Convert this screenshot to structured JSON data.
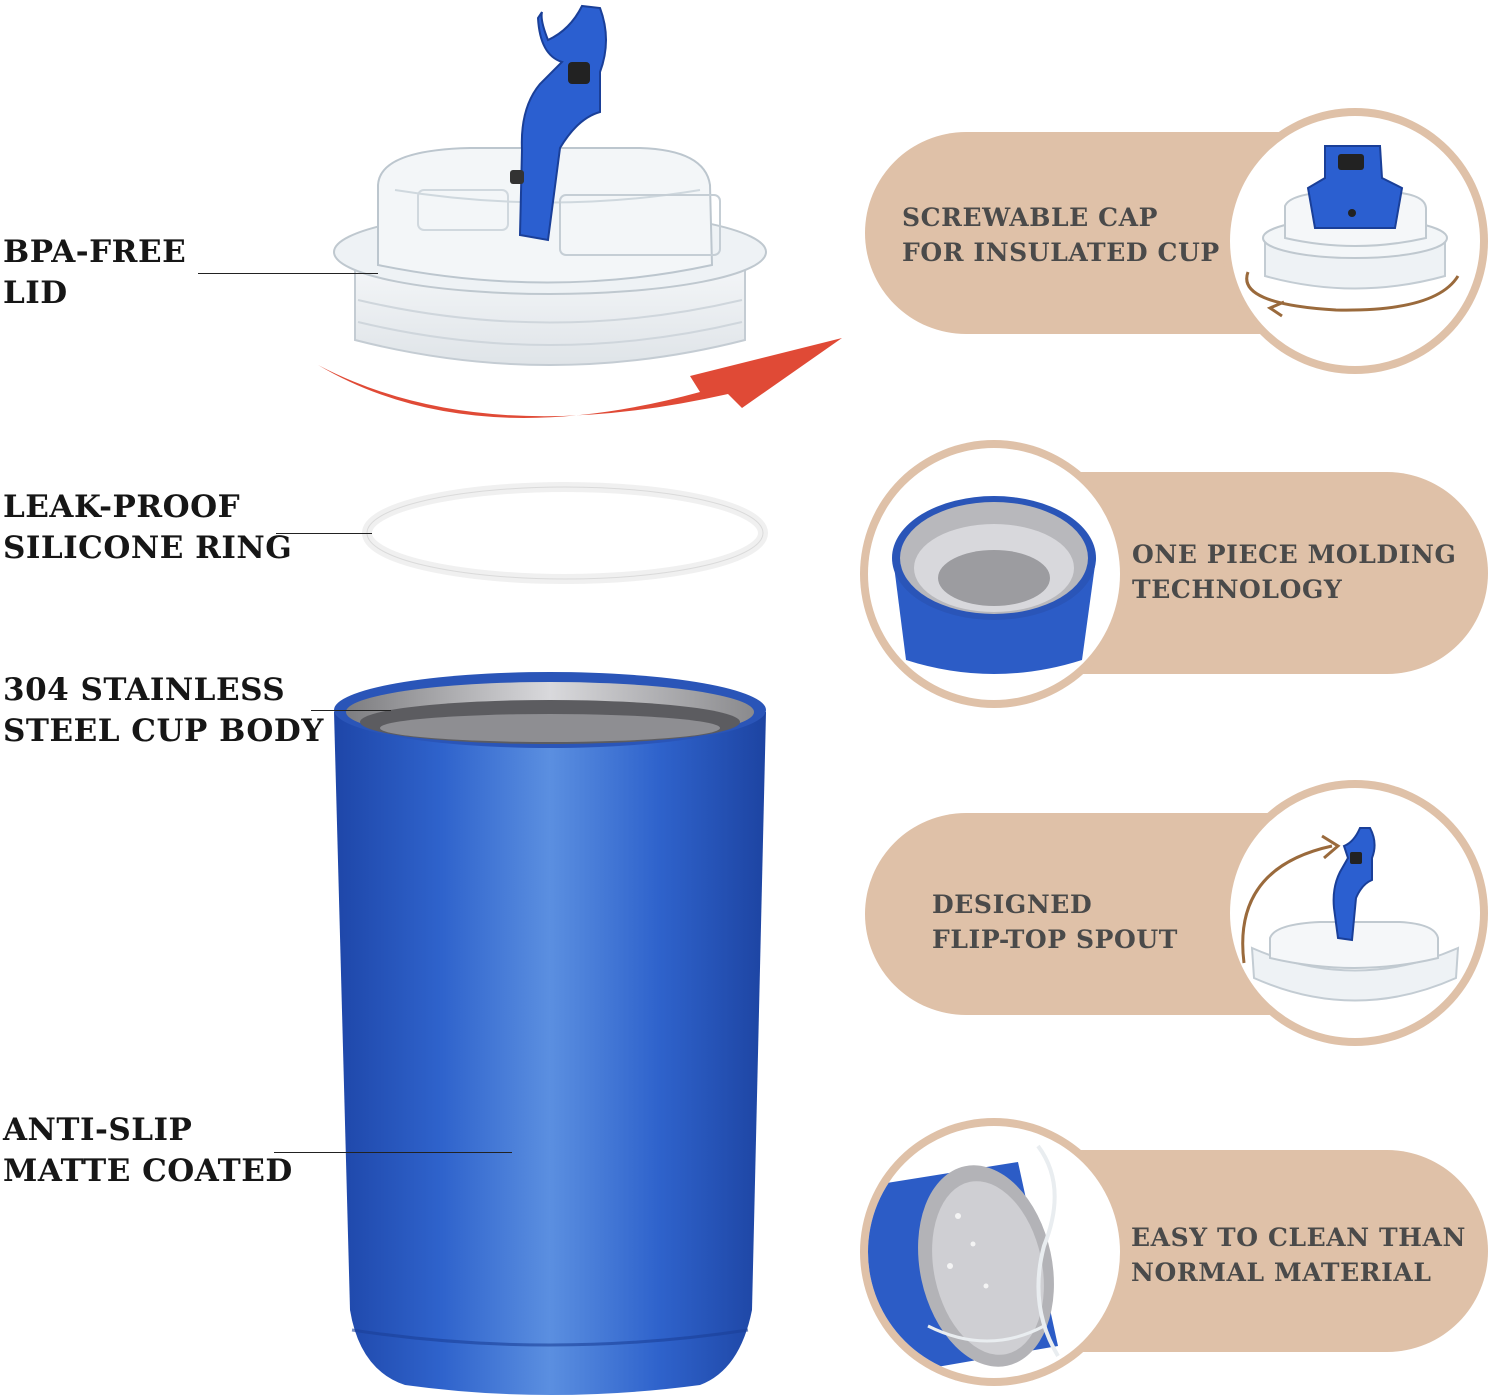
{
  "callouts": {
    "lid": [
      "BPA-FREE",
      "LID"
    ],
    "ring": [
      "LEAK-PROOF",
      "SILICONE RING"
    ],
    "body": [
      "304 STAINLESS",
      "STEEL CUP BODY"
    ],
    "coating": [
      "ANTI-SLIP",
      "MATTE COATED"
    ]
  },
  "features": [
    {
      "lines": [
        "SCREWABLE CAP",
        "FOR INSULATED CUP"
      ]
    },
    {
      "lines": [
        "ONE PIECE MOLDING",
        "TECHNOLOGY"
      ]
    },
    {
      "lines": [
        "DESIGNED",
        "FLIP-TOP SPOUT"
      ]
    },
    {
      "lines": [
        "EASY TO CLEAN THAN",
        "NORMAL MATERIAL"
      ]
    }
  ],
  "colors": {
    "pill": "#dfc1a8",
    "cup_blue": "#2f5fc4",
    "arrow_red": "#e04a36",
    "arrow_brown": "#9a6a3c"
  }
}
